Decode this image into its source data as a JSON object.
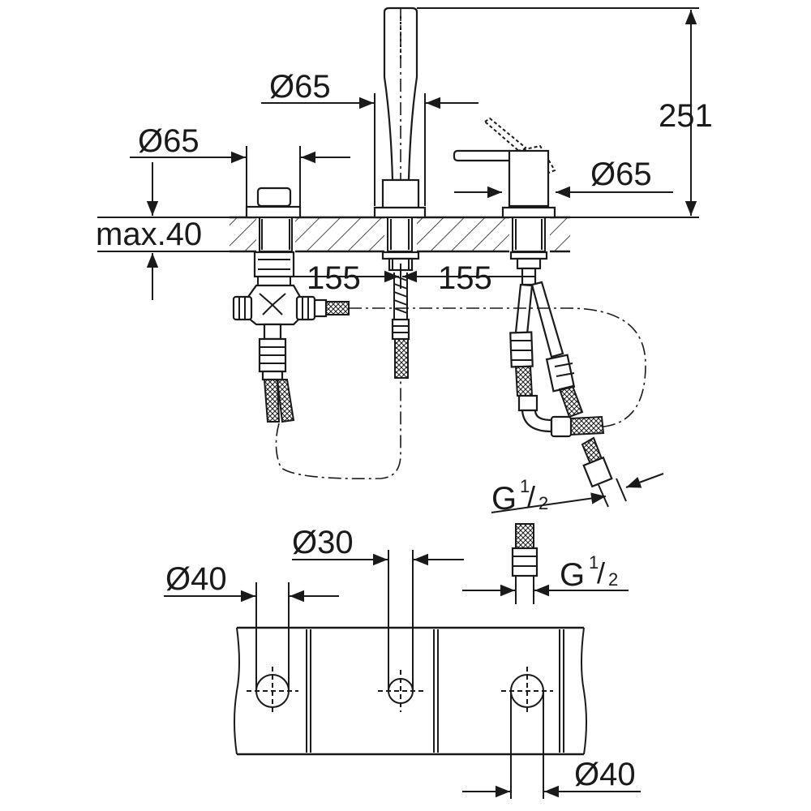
{
  "diagram": {
    "dimensions": {
      "height_total": "251",
      "diameter_left_handle": "Ø65",
      "diameter_spout": "Ø65",
      "diameter_mixer": "Ø65",
      "max_deck": "max.40",
      "spacing_left": "155",
      "spacing_right": "155",
      "thread_upper": "G",
      "thread_lower": "G",
      "thread_fraction_num": "1",
      "thread_fraction_den": "2",
      "hole_left": "Ø40",
      "hole_center": "Ø30",
      "hole_right": "Ø40"
    },
    "colors": {
      "line": "#1a1a1a",
      "background": "#ffffff"
    }
  }
}
